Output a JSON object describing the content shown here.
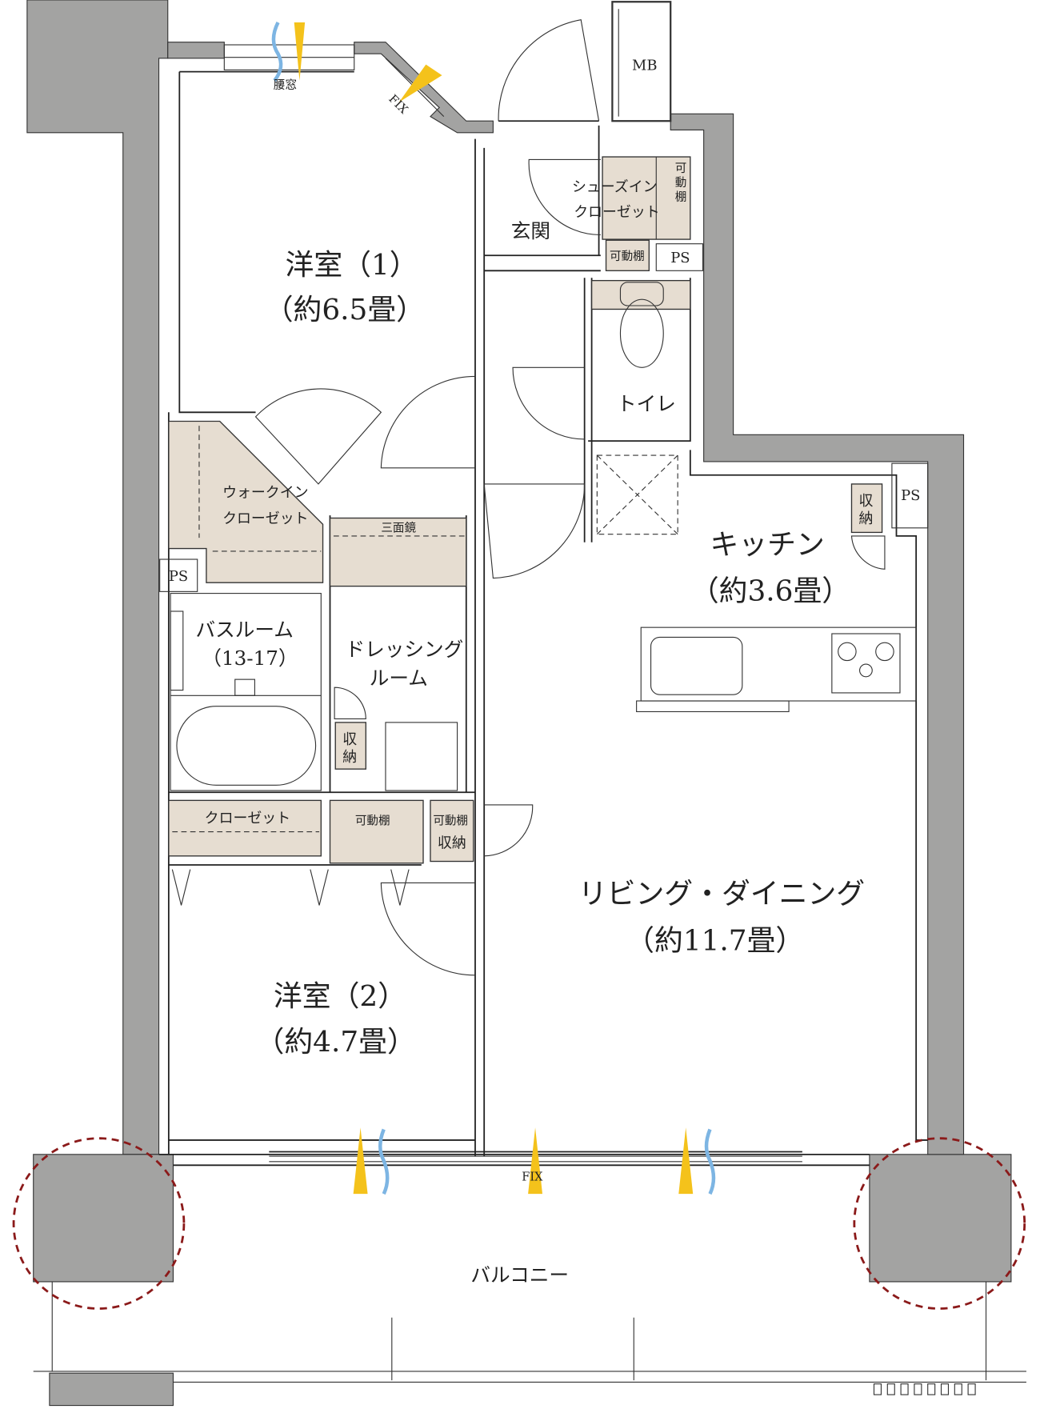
{
  "rooms": {
    "western1": {
      "name": "洋室（1）",
      "size": "（約6.5畳）"
    },
    "western2": {
      "name": "洋室（2）",
      "size": "（約4.7畳）"
    },
    "kitchen": {
      "name": "キッチン",
      "size": "（約3.6畳）"
    },
    "living": {
      "name": "リビング・ダイニング",
      "size": "（約11.7畳）"
    },
    "entrance": "玄関",
    "toilet": "トイレ",
    "bathroom": {
      "name": "バスルーム",
      "size": "（13-17）"
    },
    "dressing": {
      "line1": "ドレッシング",
      "line2": "ルーム"
    },
    "walkin": {
      "line1": "ウォークイン",
      "line2": "クローゼット"
    },
    "shoes": {
      "line1": "シューズイン",
      "line2": "クローゼット"
    },
    "balcony": "バルコニー"
  },
  "labels": {
    "mb": "MB",
    "ps": "PS",
    "koshimado": "腰窓",
    "fix": "FIX",
    "sanmenkyo": "三面鏡",
    "closet": "クローゼット",
    "kadoudana": "可動棚",
    "shuunou1": "収",
    "shuunou2": "納",
    "shuunou": "収納",
    "ka": "可",
    "dou": "動",
    "tana": "棚"
  },
  "colors": {
    "wall": "#a3a3a2",
    "storage": "#e6ddd1",
    "sun": "#f4c21b",
    "wind": "#7db5e3",
    "marker": "#8b1a1a"
  }
}
